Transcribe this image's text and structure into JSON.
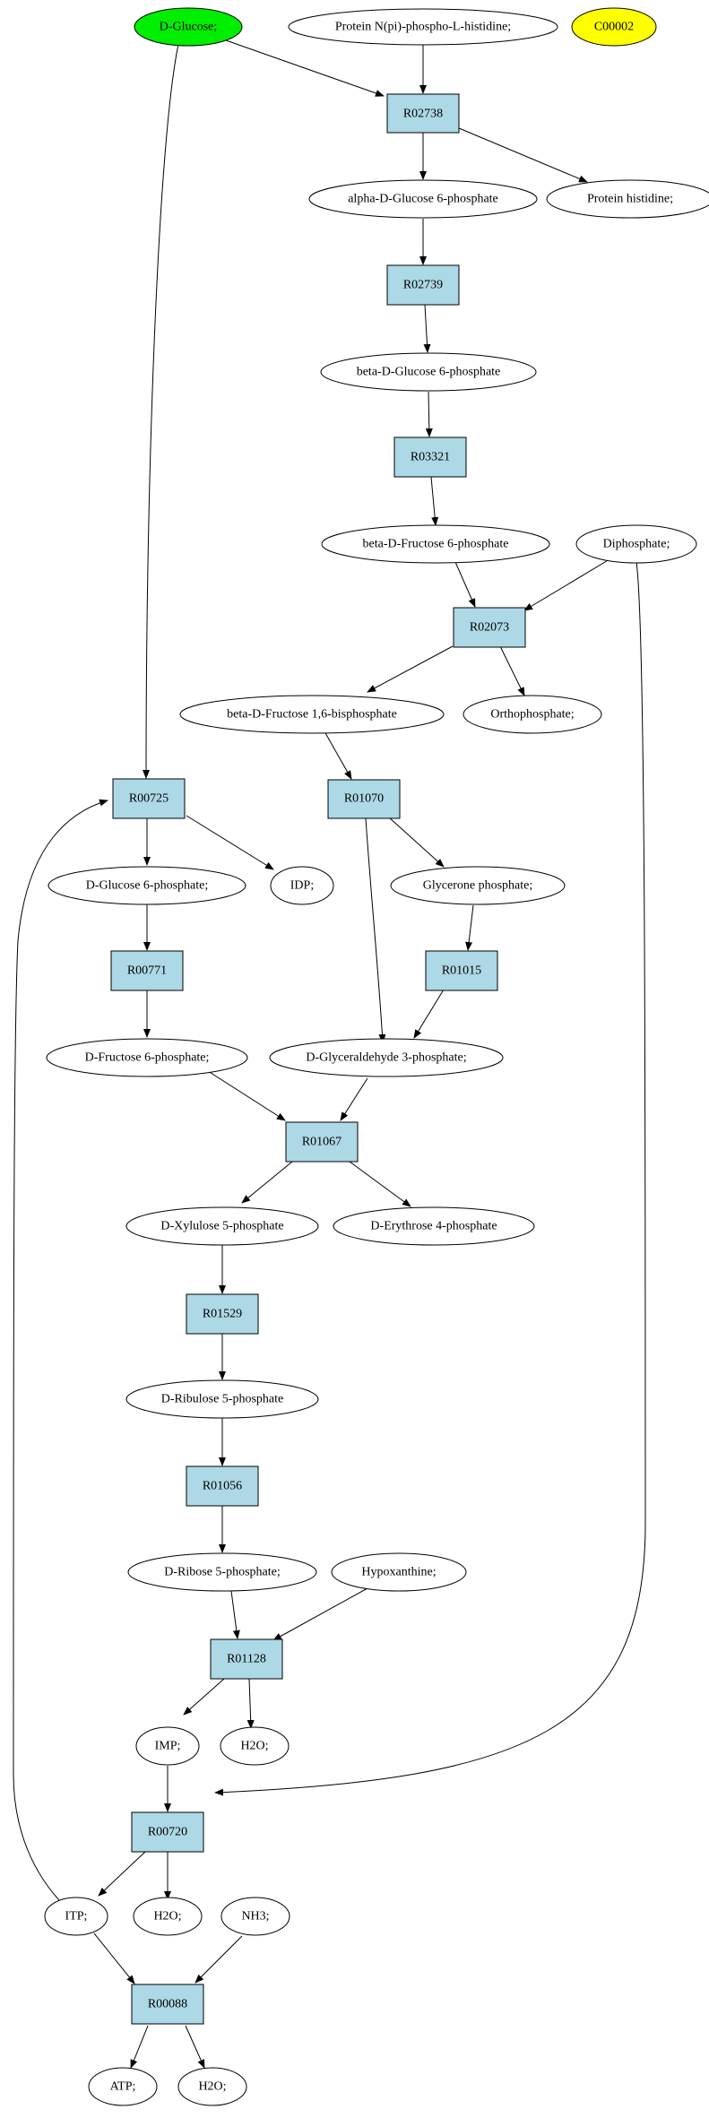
{
  "colors": {
    "start_compound": "#00ee00",
    "target_compound": "#ffff00",
    "reaction": "#add8e6",
    "compound": "#ffffff"
  },
  "nodes": {
    "d_glucose": "D-Glucose;",
    "protein_n_pi_phospho_l_histidine": "Protein N(pi)-phospho-L-histidine;",
    "c00002": "C00002",
    "r02738": "R02738",
    "alpha_d_glucose_6_phosphate": "alpha-D-Glucose 6-phosphate",
    "protein_histidine": "Protein histidine;",
    "r02739": "R02739",
    "beta_d_glucose_6_phosphate": "beta-D-Glucose 6-phosphate",
    "r03321": "R03321",
    "beta_d_fructose_6_phosphate": "beta-D-Fructose 6-phosphate",
    "diphosphate": "Diphosphate;",
    "r02073": "R02073",
    "beta_d_fructose_1_6_bisphosphate": "beta-D-Fructose 1,6-bisphosphate",
    "orthophosphate": "Orthophosphate;",
    "r00725": "R00725",
    "r01070": "R01070",
    "d_glucose_6_phosphate": "D-Glucose 6-phosphate;",
    "idp": "IDP;",
    "glycerone_phosphate": "Glycerone phosphate;",
    "r00771": "R00771",
    "r01015": "R01015",
    "d_fructose_6_phosphate": "D-Fructose 6-phosphate;",
    "d_glyceraldehyde_3_phosphate": "D-Glyceraldehyde 3-phosphate;",
    "r01067": "R01067",
    "d_xylulose_5_phosphate": "D-Xylulose 5-phosphate",
    "d_erythrose_4_phosphate": "D-Erythrose 4-phosphate",
    "r01529": "R01529",
    "d_ribulose_5_phosphate": "D-Ribulose 5-phosphate",
    "r01056": "R01056",
    "d_ribose_5_phosphate": "D-Ribose 5-phosphate;",
    "hypoxanthine": "Hypoxanthine;",
    "r01128": "R01128",
    "imp": "IMP;",
    "h2o_1": "H2O;",
    "r00720": "R00720",
    "itp": "ITP;",
    "h2o_2": "H2O;",
    "nh3": "NH3;",
    "r00088": "R00088",
    "atp": "ATP;",
    "h2o_3": "H2O;"
  }
}
